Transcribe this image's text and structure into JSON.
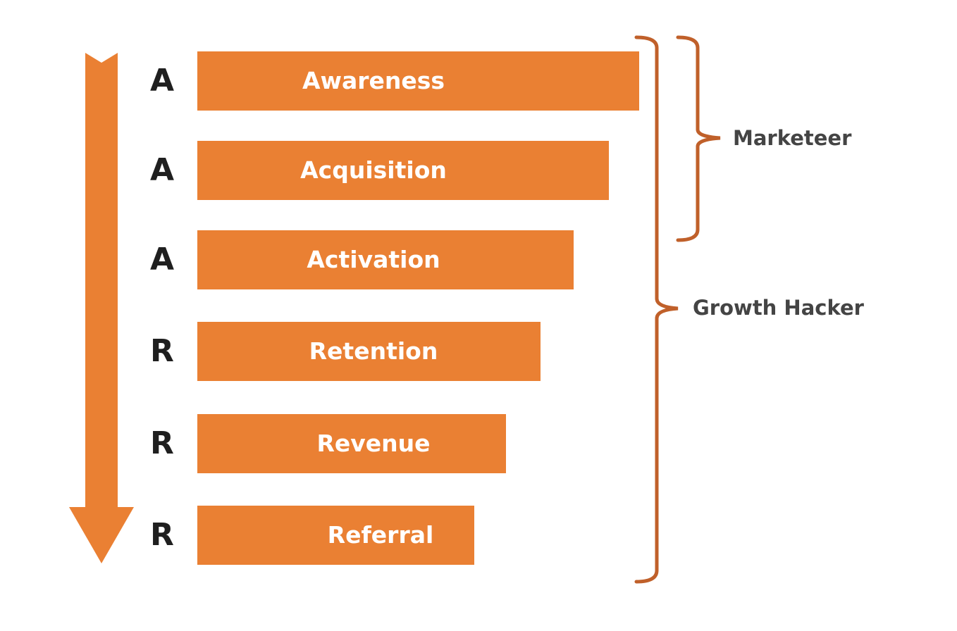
{
  "colors": {
    "bar": "#EA8033",
    "bracket": "#C0602A",
    "letter": "#1f1f1f",
    "role_text": "#444444"
  },
  "stages": [
    {
      "letter": "A",
      "label": "Awareness"
    },
    {
      "letter": "A",
      "label": "Acquisition"
    },
    {
      "letter": "A",
      "label": "Activation"
    },
    {
      "letter": "R",
      "label": "Retention"
    },
    {
      "letter": "R",
      "label": "Revenue"
    },
    {
      "letter": "R",
      "label": "Referral"
    }
  ],
  "roles": {
    "marketeer": "Marketeer",
    "growth_hacker": "Growth Hacker"
  }
}
